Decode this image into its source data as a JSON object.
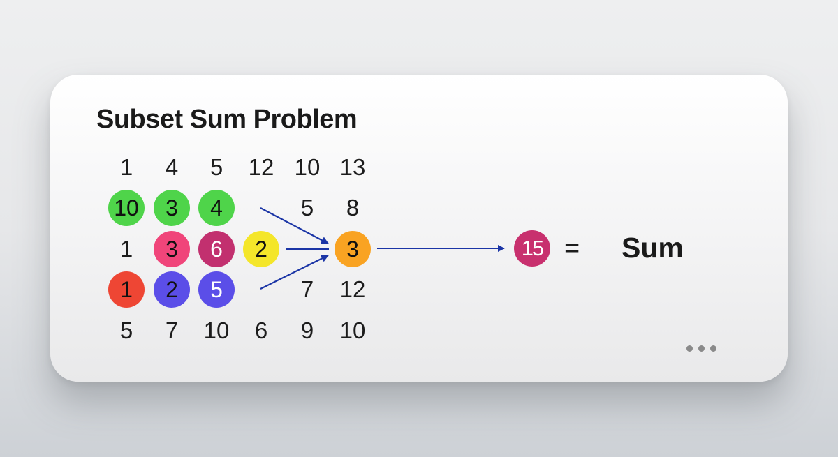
{
  "title": "Subset Sum Problem",
  "rows": {
    "row1": [
      "1",
      "4",
      "5",
      "12",
      "10",
      "13"
    ],
    "row2_circles": [
      "10",
      "3",
      "4"
    ],
    "row2_plain": [
      "5",
      "8"
    ],
    "row3_plain": [
      "1"
    ],
    "row3_circles": [
      "3",
      "6",
      "2"
    ],
    "row3_target": "3",
    "row4_circles": [
      "1",
      "2",
      "5"
    ],
    "row4_plain": [
      "7",
      "12"
    ],
    "row5": [
      "5",
      "7",
      "10",
      "6",
      "9",
      "10"
    ]
  },
  "colors": {
    "green": "#4fd44a",
    "pink": "#f0457a",
    "magenta": "#c2306f",
    "yellow": "#f4e62a",
    "orange": "#f9a322",
    "red": "#ee4634",
    "blue": "#5b4ee8",
    "arrow": "#1b35a6",
    "result": "#c8306e"
  },
  "result": {
    "value": "15",
    "equals": "=",
    "label": "Sum"
  },
  "menu": {
    "icon": "more-horizontal-icon"
  }
}
